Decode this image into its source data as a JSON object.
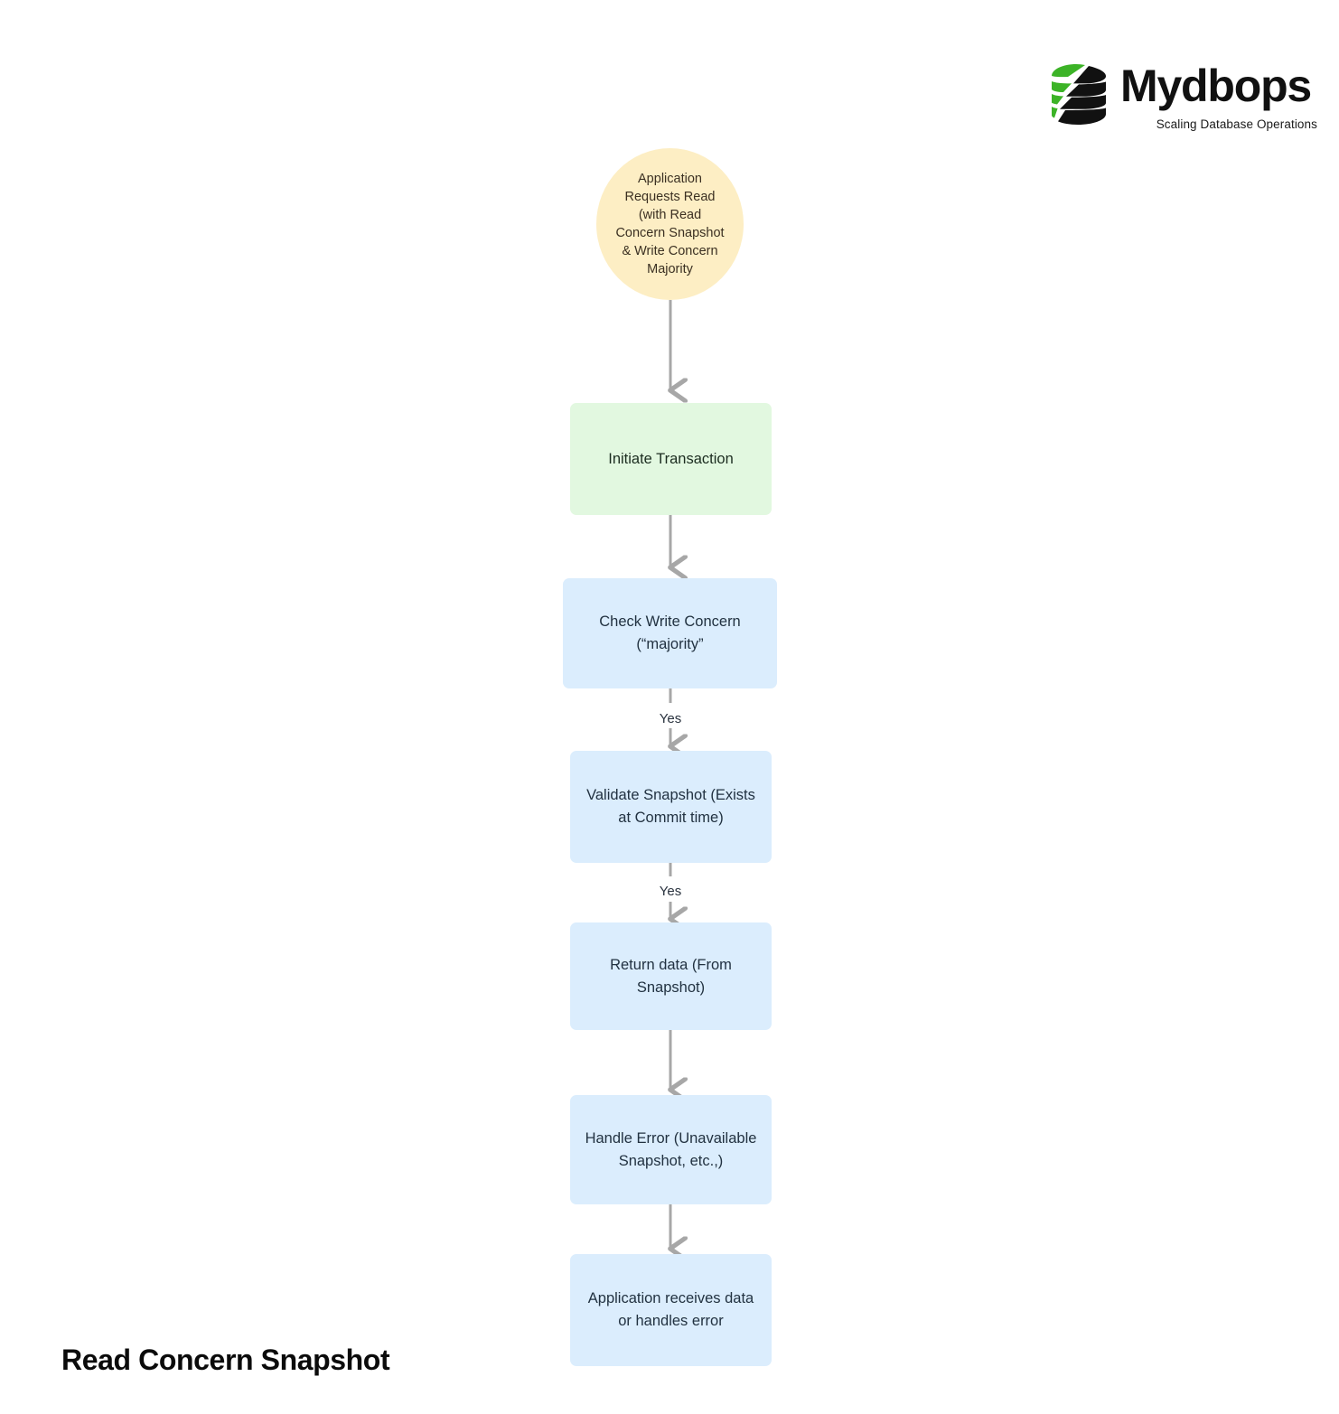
{
  "brand": {
    "logo_icon": "database-cylinder-icon",
    "name": "Mydbops",
    "tagline": "Scaling Database Operations",
    "green": "#3cb327",
    "black": "#111111"
  },
  "page_title": "Read Concern Snapshot",
  "chart_data": {
    "type": "diagram",
    "title": "Read Concern Snapshot",
    "layout": "vertical-flowchart",
    "nodes": [
      {
        "id": "start",
        "shape": "circle",
        "text": "Application Requests Read (with Read Concern Snapshot & Write Concern Majority",
        "lines": [
          "Application",
          "Requests Read",
          "(with Read",
          "Concern Snapshot",
          "& Write Concern",
          "Majority"
        ],
        "fill": "#fdeec4"
      },
      {
        "id": "initiate",
        "shape": "rect",
        "text": "Initiate Transaction",
        "lines": [
          "Initiate Transaction"
        ],
        "fill": "#e2f8e0"
      },
      {
        "id": "check-wc",
        "shape": "rect",
        "text": "Check Write Concern (“majority”",
        "lines": [
          "Check Write Concern",
          "(“majority”"
        ],
        "fill": "#dbedfd"
      },
      {
        "id": "validate",
        "shape": "rect",
        "text": "Validate Snapshot (Exists at Commit time)",
        "lines": [
          "Validate Snapshot (Exists",
          "at Commit time)"
        ],
        "fill": "#dbedfd"
      },
      {
        "id": "return",
        "shape": "rect",
        "text": "Return data (From Snapshot)",
        "lines": [
          "Return data (From",
          "Snapshot)"
        ],
        "fill": "#dbedfd"
      },
      {
        "id": "error",
        "shape": "rect",
        "text": "Handle Error (Unavailable Snapshot, etc.,)",
        "lines": [
          "Handle Error (Unavailable",
          "Snapshot, etc.,)"
        ],
        "fill": "#dbedfd"
      },
      {
        "id": "receives",
        "shape": "rect",
        "text": "Application receives data or handles error",
        "lines": [
          "Application receives data",
          "or handles error"
        ],
        "fill": "#dbedfd"
      }
    ],
    "edges": [
      {
        "from": "start",
        "to": "initiate",
        "label": ""
      },
      {
        "from": "initiate",
        "to": "check-wc",
        "label": ""
      },
      {
        "from": "check-wc",
        "to": "validate",
        "label": "Yes"
      },
      {
        "from": "validate",
        "to": "return",
        "label": "Yes"
      },
      {
        "from": "return",
        "to": "error",
        "label": ""
      },
      {
        "from": "error",
        "to": "receives",
        "label": ""
      }
    ],
    "edge_color": "#a7a7a7"
  }
}
